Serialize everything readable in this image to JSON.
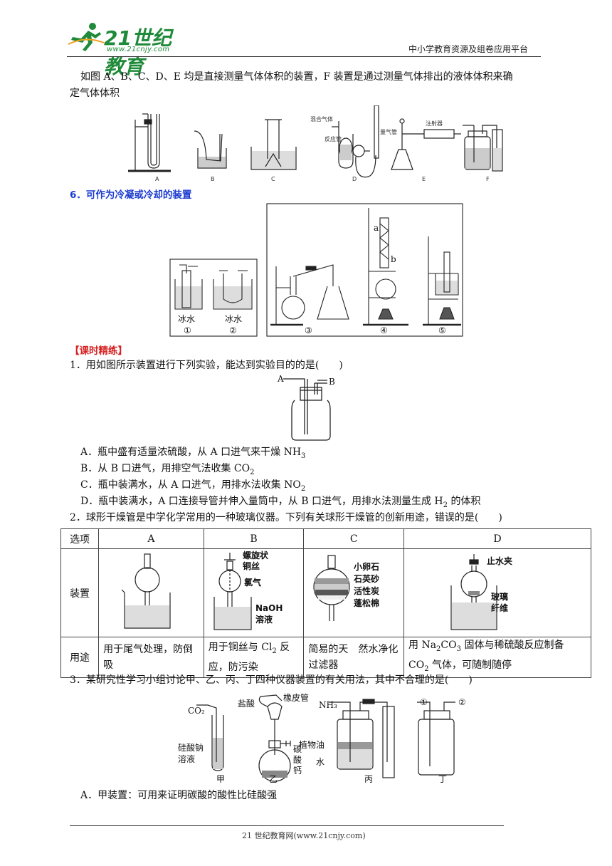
{
  "header": {
    "logo_text": "21世纪教育",
    "logo_url": "www.21cnjy.com",
    "platform": "中小学教育资源及组卷应用平台"
  },
  "intro": {
    "line1": "如图 A、B、C、D、E 均是直接测量气体体积的装置，F 装置是通过测量气体排出的液体体积来确",
    "line2": "定气体体积"
  },
  "fig1": {
    "labels": [
      "A",
      "B",
      "C",
      "D",
      "E",
      "F"
    ],
    "d_mix": "混合气体",
    "d_tube": "反应管",
    "d_buret": "量气管",
    "e_syringe": "注射器"
  },
  "section6": {
    "title": "6．可作为冷凝或冷却的装置"
  },
  "fig2": {
    "ice_water": "冰水",
    "numbers": [
      "①",
      "②",
      "③",
      "④",
      "⑤"
    ],
    "a": "a",
    "b": "b"
  },
  "practice": {
    "title": "【课时精练】"
  },
  "q1": {
    "stem": "1．用如图所示装置进行下列实验，能达到实验目的的是(　　)",
    "fig_a": "A",
    "fig_b": "B",
    "optA": "A．瓶中盛有适量浓硫酸，从 A 口进气来干燥 NH",
    "optA_sub": "3",
    "optB": "B．从 B 口进气，用排空气法收集 CO",
    "optB_sub": "2",
    "optC": "C．瓶中装满水，从 A 口进气，用排水法收集 NO",
    "optC_sub": "2",
    "optD_pre": "D．瓶中装满水，A 口连接导管并伸入量筒中，从 B 口进气，用排水法测量生成 H",
    "optD_sub": "2",
    "optD_post": " 的体积"
  },
  "q2": {
    "stem": "2．球形干燥管是中学化学常用的一种玻璃仪器。下列有关球形干燥管的创新用途，错误的是(　　)",
    "header": [
      "选项",
      "A",
      "B",
      "C",
      "D"
    ],
    "row_device": "装置",
    "row_use": "用途",
    "fig_b_labels": [
      "螺旋状",
      "铜丝",
      "氯气",
      "NaOH",
      "溶液"
    ],
    "fig_c_labels": [
      "小卵石",
      "石英砂",
      "活性炭",
      "蓬松棉"
    ],
    "fig_d_labels": [
      "止水夹",
      "玻璃",
      "纤维"
    ],
    "use_a": "用于尾气处理，防倒吸",
    "use_b_pre": "用于铜丝与 Cl",
    "use_b_sub": "2",
    "use_b_post": " 反应，防污染",
    "use_c": "简易的天　然水净化过滤器",
    "use_d_pre": "用 Na",
    "use_d_sub1": "2",
    "use_d_mid": "CO",
    "use_d_sub2": "3",
    "use_d_mid2": " 固体与稀硫酸反应制备 CO",
    "use_d_sub3": "2",
    "use_d_post": " 气体，可随制随停"
  },
  "q3": {
    "stem": "3．某研究性学习小组讨论甲、乙、丙、丁四种仪器装置的有关用法，其中不合理的是(　　)",
    "fig": {
      "co2": "CO₂",
      "sodium_silicate_1": "硅酸钠",
      "sodium_silicate_2": "溶液",
      "hcl": "盐酸",
      "rubber_tube": "橡皮管",
      "caco3": [
        "碳",
        "酸",
        "钙"
      ],
      "nh3": "NH₃",
      "veg_oil": "植物油",
      "water": "水",
      "names": [
        "甲",
        "乙",
        "丙",
        "丁"
      ],
      "ports": [
        "①",
        "②"
      ]
    },
    "optA": "A．甲装置：可用来证明碳酸的酸性比硅酸强"
  },
  "footer": {
    "text": "21 世纪教育网(www.21cnjy.com)"
  }
}
